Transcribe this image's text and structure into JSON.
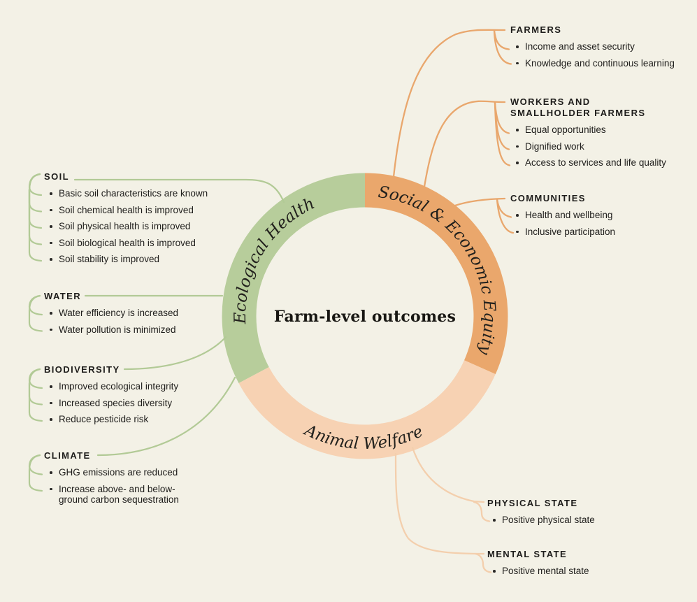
{
  "center": {
    "title": "Farm-level outcomes"
  },
  "ring": {
    "segments": [
      {
        "label": "Ecological Health",
        "color": "#b7cd9b"
      },
      {
        "label": "Social & Economic Equity",
        "color": "#eaa76c"
      },
      {
        "label": "Animal Welfare",
        "color": "#f7d2b3"
      }
    ]
  },
  "colors": {
    "background": "#f3f1e6",
    "line_green": "#b2ca96",
    "line_orange": "#e9a76d",
    "line_peach": "#f3cfad",
    "text": "#1e1d1b"
  },
  "sections": {
    "soil": {
      "title": "SOIL",
      "bullets": [
        "Basic soil characteristics are known",
        "Soil chemical health is improved",
        "Soil physical health is improved",
        "Soil biological health is improved",
        "Soil stability is improved"
      ]
    },
    "water": {
      "title": "WATER",
      "bullets": [
        "Water efficiency is increased",
        "Water pollution is minimized"
      ]
    },
    "biodiversity": {
      "title": "BIODIVERSITY",
      "bullets": [
        "Improved ecological integrity",
        "Increased species diversity",
        "Reduce pesticide risk"
      ]
    },
    "climate": {
      "title": "CLIMATE",
      "bullets": [
        "GHG emissions are reduced",
        "Increase above- and below-ground carbon sequestration"
      ]
    },
    "farmers": {
      "title": "FARMERS",
      "bullets": [
        "Income and asset security",
        "Knowledge and continuous learning"
      ]
    },
    "workers": {
      "title": "WORKERS AND SMALLHOLDER FARMERS",
      "bullets": [
        "Equal opportunities",
        "Dignified work",
        "Access to services and life quality"
      ]
    },
    "communities": {
      "title": "COMMUNITIES",
      "bullets": [
        "Health and wellbeing",
        "Inclusive participation"
      ]
    },
    "physical": {
      "title": "PHYSICAL STATE",
      "bullets": [
        "Positive physical state"
      ]
    },
    "mental": {
      "title": "MENTAL STATE",
      "bullets": [
        "Positive mental state"
      ]
    }
  }
}
